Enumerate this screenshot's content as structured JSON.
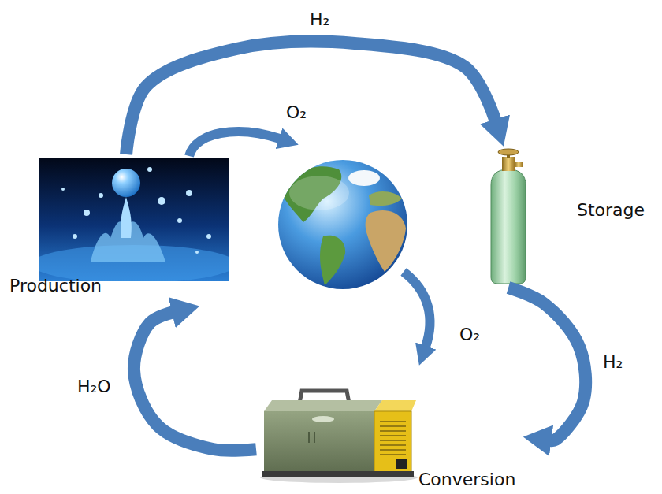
{
  "diagram": {
    "nodes": [
      {
        "text": [
          "Production"
        ]
      },
      {
        "text": [
          "Storage"
        ]
      },
      {
        "text": [
          "Conversion"
        ]
      }
    ],
    "edges": [
      {
        "from": 0,
        "to": 1,
        "arrow": "to",
        "label": "H₂"
      },
      {
        "from": 1,
        "to": 2,
        "arrow": "to",
        "label": "H₂"
      },
      {
        "from": 2,
        "to": 0,
        "arrow": "to",
        "label": "H₂O"
      }
    ],
    "labels": [
      "O₂",
      "O₂"
    ]
  }
}
